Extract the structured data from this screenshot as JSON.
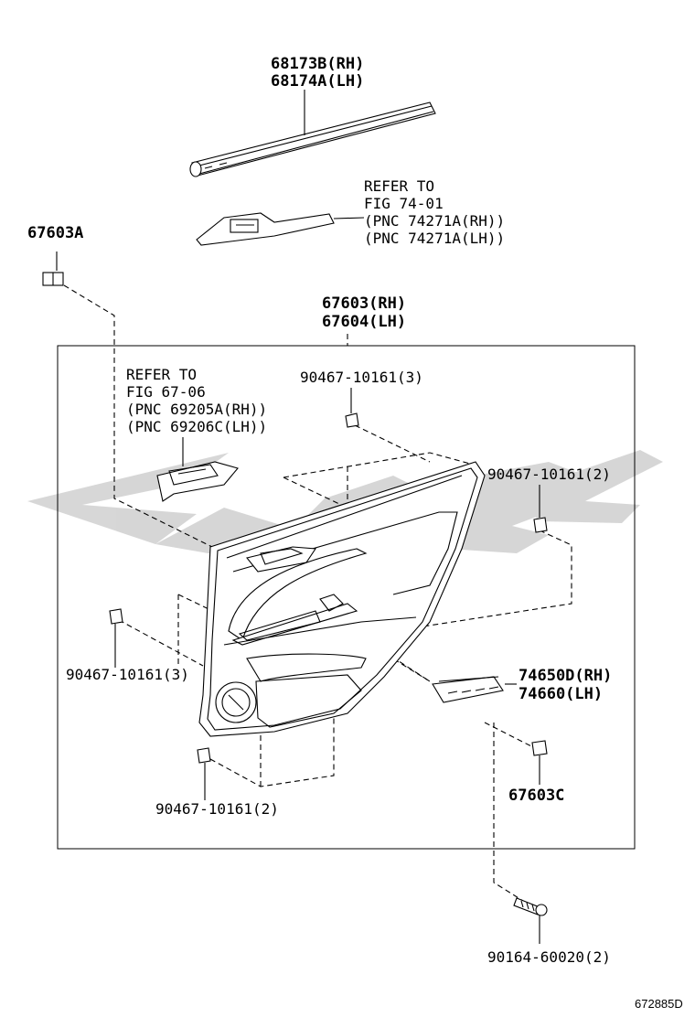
{
  "labels": {
    "weatherstrip_rh": "68173B(RH)",
    "weatherstrip_lh": "68174A(LH)",
    "switch_refer_1": "REFER TO",
    "switch_refer_2": "FIG 74-01",
    "switch_refer_3": "(PNC 74271A(RH))",
    "switch_refer_4": "(PNC 74271A(LH))",
    "clip_a": "67603A",
    "trim_rh": "67603(RH)",
    "trim_lh": "67604(LH)",
    "handle_refer_1": "REFER TO",
    "handle_refer_2": "FIG 67-06",
    "handle_refer_3": "(PNC 69205A(RH))",
    "handle_refer_4": "(PNC 69206C(LH))",
    "clip_top": "90467-10161(3)",
    "clip_right": "90467-10161(2)",
    "clip_left": "90467-10161(3)",
    "clip_bottom": "90467-10161(2)",
    "armrest_rh": "74650D(RH)",
    "armrest_lh": "74660(LH)",
    "clip_c": "67603C",
    "screw": "90164-60020(2)",
    "figure_id": "672885D"
  },
  "colors": {
    "line": "#000000",
    "watermark": "#cfcfcf"
  }
}
